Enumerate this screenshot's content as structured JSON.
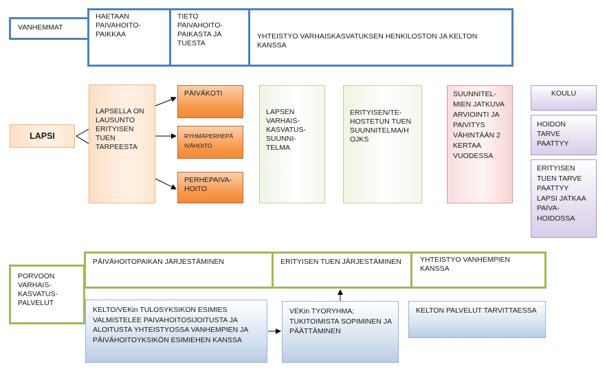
{
  "top": {
    "vanhemmat": "VANHEMMAT",
    "cell1": "HAETAAN PAIVAHOITO-PAIKKAA",
    "cell2": "TIETO PAIVAHOITO-PAIKASTA JA TUESTA",
    "cell3": "YHTEISTYO VARHAISKASVATUKSEN HENKILOSTON JA KELTON KANSSA"
  },
  "middle": {
    "lapsi": "LAPSI",
    "lausunto": "LAPSELLA ON LAUSUNTO ERITYISEN TUEN TARPEESTA",
    "paivakoti": "PÄIVÄKOTI",
    "ryhma": "RYHMÄPERHEPÄ IVÄHOITO",
    "perhe": "PERHEPAIVA-HOITO",
    "vasu": "LAPSEN VARHAIS-KASVATUS-SUUNNI-TELMA",
    "hojks": "ERITYISEN/TE-HOSTETUN TUEN SUUNNITELMA/H OJKS",
    "arviointi": "SUUNNITEL-MIEN JATKUVA ARVIOINTI JA PAIVITYS VÄHINTÄÄN 2 KERTAA VUODESSA",
    "koulu": "KOULU",
    "hoidon": "HOIDON TARVE PAATTYY",
    "erityisen": "ERITYISEN TUEN TARVE PAATTYY LAPSI JATKAA PAIVA-HOIDOSSA"
  },
  "bottom": {
    "porvoo": "PORVOON VARHAIS-KASVATUS-PALVELUT",
    "jarj1": "PÄIVÄHOITOPAIKAN JÄRJESTÄMINEN",
    "jarj2": "ERITYISEN TUEN JÄRJESTÄMINEN",
    "jarj3": "YHTEISTYO VANHEMPIEN KANSSA",
    "kelto": "KELTO/VEKin TULOSYKSIKON ESIMIES VALMISTELEE PAIVAHOITOSIJOITUSTA JA ALOITUSTA YHTEISTYOSSA VANHEMPIEN JA PÄIVÄHOITOYKSIKÖN ESIMIEHEN KANSSA",
    "vekin": "VEKin TYORYHMA; TUKITOIMISTA SOPIMINEN JA PÄÄTTÄMINEN",
    "palvelut": "KELTON PALVELUT TARVITTAESSA"
  }
}
